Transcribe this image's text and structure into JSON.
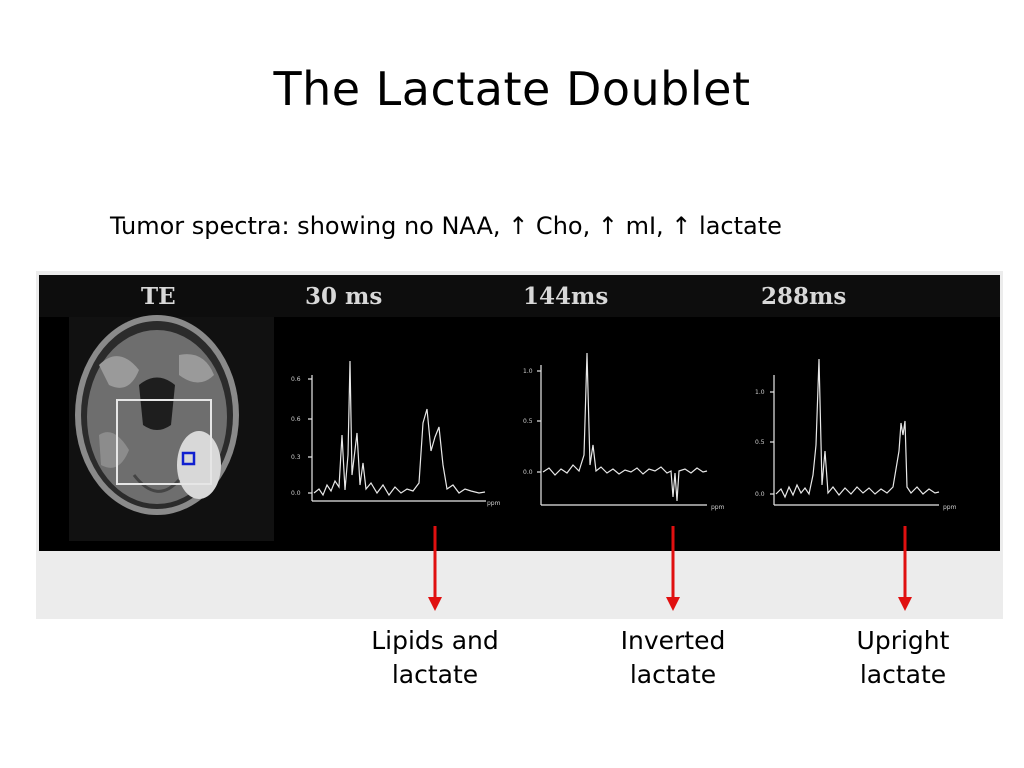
{
  "slide": {
    "title": "The Lactate Doublet",
    "subtitle": "Tumor spectra: showing no NAA, ↑ Cho, ↑ mI, ↑ lactate"
  },
  "figure": {
    "headers": {
      "te": "TE",
      "te30": "30 ms",
      "te144": "144ms",
      "te288": "288ms"
    },
    "spectra": [
      {
        "yticks": [
          "0.6",
          "0.6",
          "0.3",
          "0.0"
        ],
        "xunit": "ppm"
      },
      {
        "yticks": [
          "1.0",
          "0.5",
          "0.0"
        ],
        "xunit": "ppm"
      },
      {
        "yticks": [
          "1.0",
          "0.5",
          "0.0"
        ],
        "xunit": "ppm"
      }
    ],
    "arrow_color": "#e01010",
    "roi_color": "#1020d0"
  },
  "annotations": [
    {
      "line1": "Lipids and",
      "line2": "lactate"
    },
    {
      "line1": "Inverted",
      "line2": "lactate"
    },
    {
      "line1": "Upright",
      "line2": "lactate"
    }
  ]
}
